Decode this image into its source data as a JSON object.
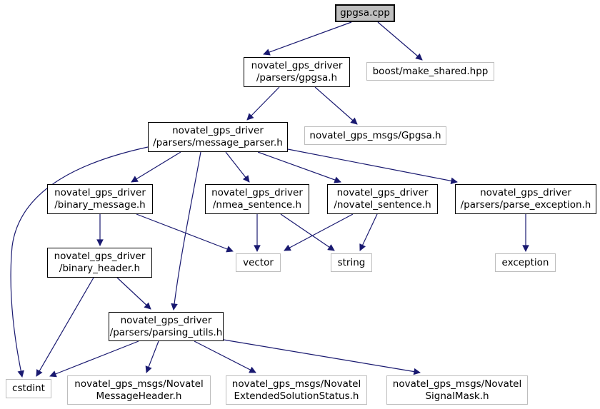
{
  "diagram": {
    "kind": "doxygen-include-dependency-graph",
    "root_file": "gpgsa.cpp",
    "colors": {
      "edge": "#191970",
      "main_node_fill": "#bfbfbf",
      "internal_node_border": "#000000",
      "external_node_border": "#bdbdbd",
      "background": "#ffffff"
    },
    "nodes": [
      {
        "id": "gpgsa-cpp",
        "label": "gpgsa.cpp",
        "type": "main"
      },
      {
        "id": "parsers-gpgsa-h",
        "label": "novatel_gps_driver\n/parsers/gpgsa.h",
        "type": "internal"
      },
      {
        "id": "boost-make-shared",
        "label": "boost/make_shared.hpp",
        "type": "external"
      },
      {
        "id": "message-parser-h",
        "label": "novatel_gps_driver\n/parsers/message_parser.h",
        "type": "internal"
      },
      {
        "id": "msgs-gpgsa-h",
        "label": "novatel_gps_msgs/Gpgsa.h",
        "type": "external"
      },
      {
        "id": "binary-message-h",
        "label": "novatel_gps_driver\n/binary_message.h",
        "type": "internal"
      },
      {
        "id": "nmea-sentence-h",
        "label": "novatel_gps_driver\n/nmea_sentence.h",
        "type": "internal"
      },
      {
        "id": "novatel-sentence-h",
        "label": "novatel_gps_driver\n/novatel_sentence.h",
        "type": "internal"
      },
      {
        "id": "parse-exception-h",
        "label": "novatel_gps_driver\n/parsers/parse_exception.h",
        "type": "internal"
      },
      {
        "id": "binary-header-h",
        "label": "novatel_gps_driver\n/binary_header.h",
        "type": "internal"
      },
      {
        "id": "vector",
        "label": "vector",
        "type": "external"
      },
      {
        "id": "string",
        "label": "string",
        "type": "external"
      },
      {
        "id": "exception",
        "label": "exception",
        "type": "external"
      },
      {
        "id": "parsing-utils-h",
        "label": "novatel_gps_driver\n/parsers/parsing_utils.h",
        "type": "internal"
      },
      {
        "id": "cstdint",
        "label": "cstdint",
        "type": "external"
      },
      {
        "id": "novatel-msg-header",
        "label": "novatel_gps_msgs/Novatel\nMessageHeader.h",
        "type": "external"
      },
      {
        "id": "novatel-ext-status",
        "label": "novatel_gps_msgs/Novatel\nExtendedSolutionStatus.h",
        "type": "external"
      },
      {
        "id": "novatel-signal-mask",
        "label": "novatel_gps_msgs/Novatel\nSignalMask.h",
        "type": "external"
      }
    ],
    "edges": [
      {
        "from": "gpgsa-cpp",
        "to": "parsers-gpgsa-h"
      },
      {
        "from": "gpgsa-cpp",
        "to": "boost-make-shared"
      },
      {
        "from": "parsers-gpgsa-h",
        "to": "message-parser-h"
      },
      {
        "from": "parsers-gpgsa-h",
        "to": "msgs-gpgsa-h"
      },
      {
        "from": "message-parser-h",
        "to": "binary-message-h"
      },
      {
        "from": "message-parser-h",
        "to": "nmea-sentence-h"
      },
      {
        "from": "message-parser-h",
        "to": "novatel-sentence-h"
      },
      {
        "from": "message-parser-h",
        "to": "parse-exception-h"
      },
      {
        "from": "message-parser-h",
        "to": "cstdint"
      },
      {
        "from": "message-parser-h",
        "to": "parsing-utils-h"
      },
      {
        "from": "binary-message-h",
        "to": "binary-header-h"
      },
      {
        "from": "binary-message-h",
        "to": "vector"
      },
      {
        "from": "nmea-sentence-h",
        "to": "vector"
      },
      {
        "from": "nmea-sentence-h",
        "to": "string"
      },
      {
        "from": "novatel-sentence-h",
        "to": "vector"
      },
      {
        "from": "novatel-sentence-h",
        "to": "string"
      },
      {
        "from": "parse-exception-h",
        "to": "exception"
      },
      {
        "from": "binary-header-h",
        "to": "cstdint"
      },
      {
        "from": "binary-header-h",
        "to": "parsing-utils-h"
      },
      {
        "from": "parsing-utils-h",
        "to": "cstdint"
      },
      {
        "from": "parsing-utils-h",
        "to": "novatel-msg-header"
      },
      {
        "from": "parsing-utils-h",
        "to": "novatel-ext-status"
      },
      {
        "from": "parsing-utils-h",
        "to": "novatel-signal-mask"
      }
    ]
  }
}
